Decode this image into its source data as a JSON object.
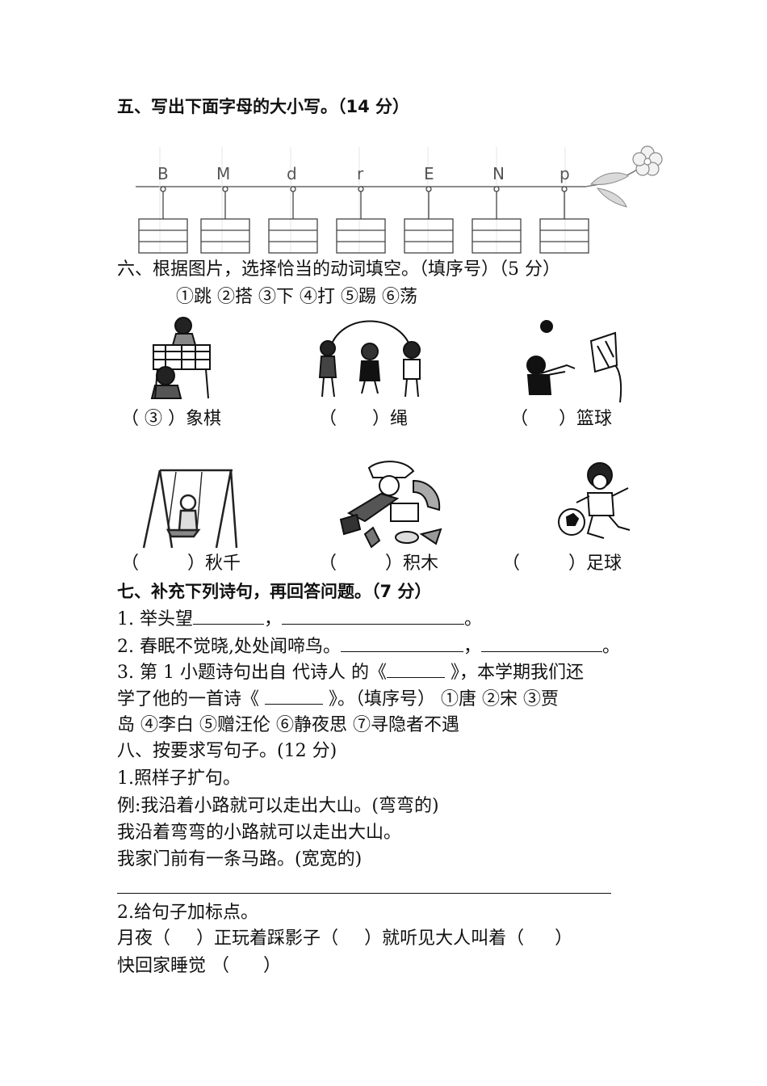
{
  "section5": {
    "title": "五、写出下面字母的大小写。（14 分）",
    "letters": [
      "B",
      "M",
      "d",
      "r",
      "E",
      "N",
      "p"
    ]
  },
  "section6": {
    "title": "六、根据图片，选择恰当的动词填空。（填序号）（5  分）",
    "options": "①跳 ②搭 ③下 ④打 ⑤踢 ⑥荡",
    "items": [
      {
        "answer": "③",
        "word": "象棋"
      },
      {
        "answer": "",
        "word": "绳"
      },
      {
        "answer": "",
        "word": "篮球"
      },
      {
        "answer": "",
        "word": "秋千"
      },
      {
        "answer": "",
        "word": "积木"
      },
      {
        "answer": "",
        "word": "足球"
      }
    ]
  },
  "section7": {
    "title": "七、补充下列诗句，再回答问题。（7 分）",
    "q1_prefix": "1.  举头望",
    "q1_comma": "，",
    "q1_end": "。",
    "q2_prefix": "2.  春眠不觉晓,处处闻啼鸟。",
    "q2_comma": "，",
    "q2_end": "。",
    "q3_a": "3. 第 1 小题诗句出自 代诗人 的《",
    "q3_b": " 》，本学期我们还",
    "q3_c": "学了他的一首诗《  ",
    "q3_d": " 》。（填序号）   ①唐 ②宋 ③贾",
    "q3_e": "岛 ④李白 ⑤赠汪伦 ⑥静夜思 ⑦寻隐者不遇"
  },
  "section8": {
    "title": "八、按要求写句子。(12  分)",
    "sub1": "1.照样子扩句。",
    "example": "例:我沿着小路就可以走出大山。(弯弯的)",
    "example_answer": "我沿着弯弯的小路就可以走出大山。",
    "task": "我家门前有一条马路。(宽宽的)",
    "sub2": "2.给句子加标点。",
    "p_line1": [
      "月夜",
      "正玩着踩影子",
      "就听见大人叫着"
    ],
    "p_line2": "快回家睡觉"
  }
}
